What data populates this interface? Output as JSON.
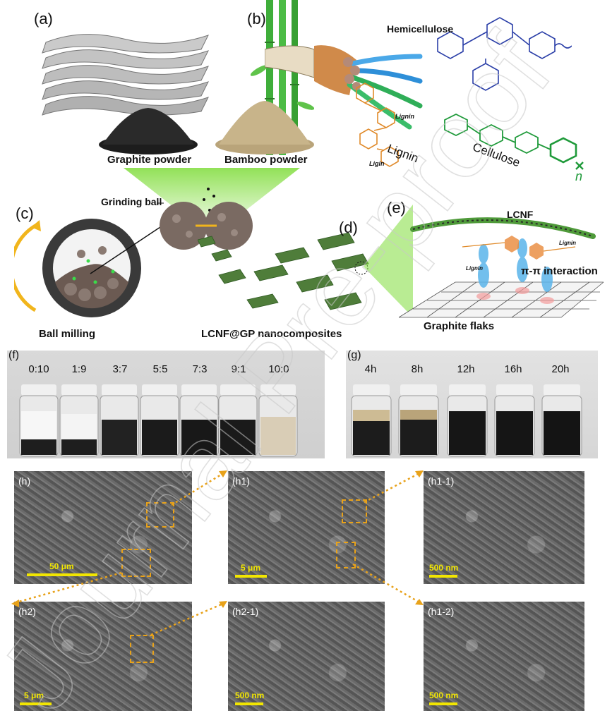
{
  "panels": {
    "a": "(a)",
    "b": "(b)",
    "c": "(c)",
    "d": "(d)",
    "e": "(e)",
    "f": "(f)",
    "g": "(g)"
  },
  "schematic": {
    "graphite_powder": "Graphite powder",
    "bamboo_powder": "Bamboo powder",
    "grinding_ball": "Grinding ball",
    "hemicellulose": "Hemicellulose",
    "lignin_big": "Lignin",
    "cellulose": "Cellulose",
    "lignin_small_1": "Lignin",
    "lignin_small_2": "Lignin",
    "lignin_small_3": "Ligin",
    "n_subscript": "n",
    "ball_milling": "Ball milling",
    "nanocomposites": "LCNF@GP nanocomposites",
    "lcnf": "LCNF",
    "pi_interaction": "π-π interaction",
    "graphite_flaks": "Graphite flaks",
    "lignin_e1": "Lignin",
    "lignin_e2": "Lignin"
  },
  "vials_f": [
    "0:10",
    "1:9",
    "3:7",
    "5:5",
    "7:3",
    "9:1",
    "10:0"
  ],
  "vials_g": [
    "4h",
    "8h",
    "12h",
    "16h",
    "20h"
  ],
  "sem": {
    "h": {
      "tag": "(h)",
      "scale": "50 μm"
    },
    "h1": {
      "tag": "(h1)",
      "scale": "5 μm"
    },
    "h1_1": {
      "tag": "(h1-1)",
      "scale": "500 nm"
    },
    "h2": {
      "tag": "(h2)",
      "scale": "5 μm"
    },
    "h2_1": {
      "tag": "(h2-1)",
      "scale": "500 nm"
    },
    "h1_2": {
      "tag": "(h1-2)",
      "scale": "500 nm"
    }
  },
  "watermark": "Journal Pre-proof",
  "colors": {
    "graphite": "#2a2a2a",
    "bamboo_powder": "#c8b48a",
    "bamboo": "#3fae3a",
    "cellulose": "#1f9a3a",
    "hemicellulose": "#2b3fa8",
    "lignin": "#e08a2a",
    "beam": "#7fdc3a",
    "scale_bar": "#f2e600",
    "selection": "#e8a21a"
  }
}
